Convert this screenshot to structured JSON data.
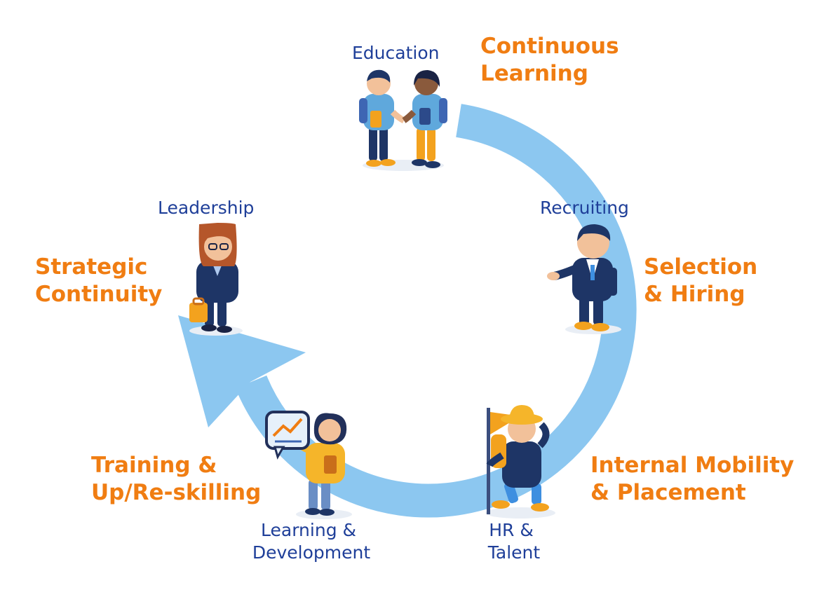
{
  "colors": {
    "cycle_arrow": "#8CC7F0",
    "stage_text": "#F07D12",
    "role_text": "#1F3F99",
    "suit_navy": "#1E3566",
    "accent_orange": "#F3A21E",
    "skin": "#F2C19A"
  },
  "stages": [
    {
      "id": "continuous-learning",
      "lines": [
        "Continuous",
        "Learning"
      ]
    },
    {
      "id": "selection-hiring",
      "lines": [
        "Selection",
        "& Hiring"
      ]
    },
    {
      "id": "internal-mobility",
      "lines": [
        "Internal Mobility",
        "& Placement"
      ]
    },
    {
      "id": "training-reskilling",
      "lines": [
        "Training &",
        "Up/Re-skilling"
      ]
    },
    {
      "id": "strategic-continuity",
      "lines": [
        "Strategic",
        "Continuity"
      ]
    }
  ],
  "roles": [
    {
      "id": "education",
      "lines": [
        "Education"
      ],
      "icon": "students-handshake-icon"
    },
    {
      "id": "recruiting",
      "lines": [
        "Recruiting"
      ],
      "icon": "recruiter-icon"
    },
    {
      "id": "hr-talent",
      "lines": [
        "HR &",
        "Talent"
      ],
      "icon": "explorer-flag-icon"
    },
    {
      "id": "learning-development",
      "lines": [
        "Learning &",
        "Development"
      ],
      "icon": "presenter-chart-icon"
    },
    {
      "id": "leadership",
      "lines": [
        "Leadership"
      ],
      "icon": "executive-briefcase-icon"
    }
  ]
}
